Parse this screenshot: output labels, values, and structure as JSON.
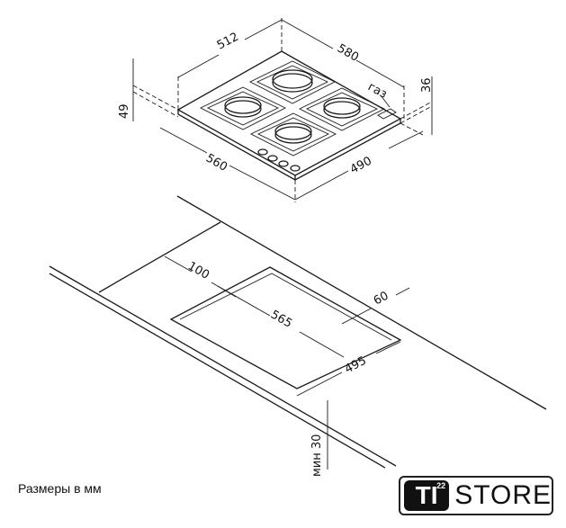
{
  "dimensions": {
    "depth_top": "512",
    "width_top": "580",
    "height_left": "49",
    "height_right": "36",
    "gas_label": "газ",
    "width_bottom": "560",
    "depth_bottom": "490",
    "cutout_offset_back": "100",
    "cutout_width": "565",
    "cutout_offset_side": "60",
    "cutout_depth": "495",
    "min_thickness": "мин 30"
  },
  "caption": "Размеры в мм",
  "logo": {
    "brand": "TI",
    "superscript": "22",
    "store": "STORE"
  }
}
